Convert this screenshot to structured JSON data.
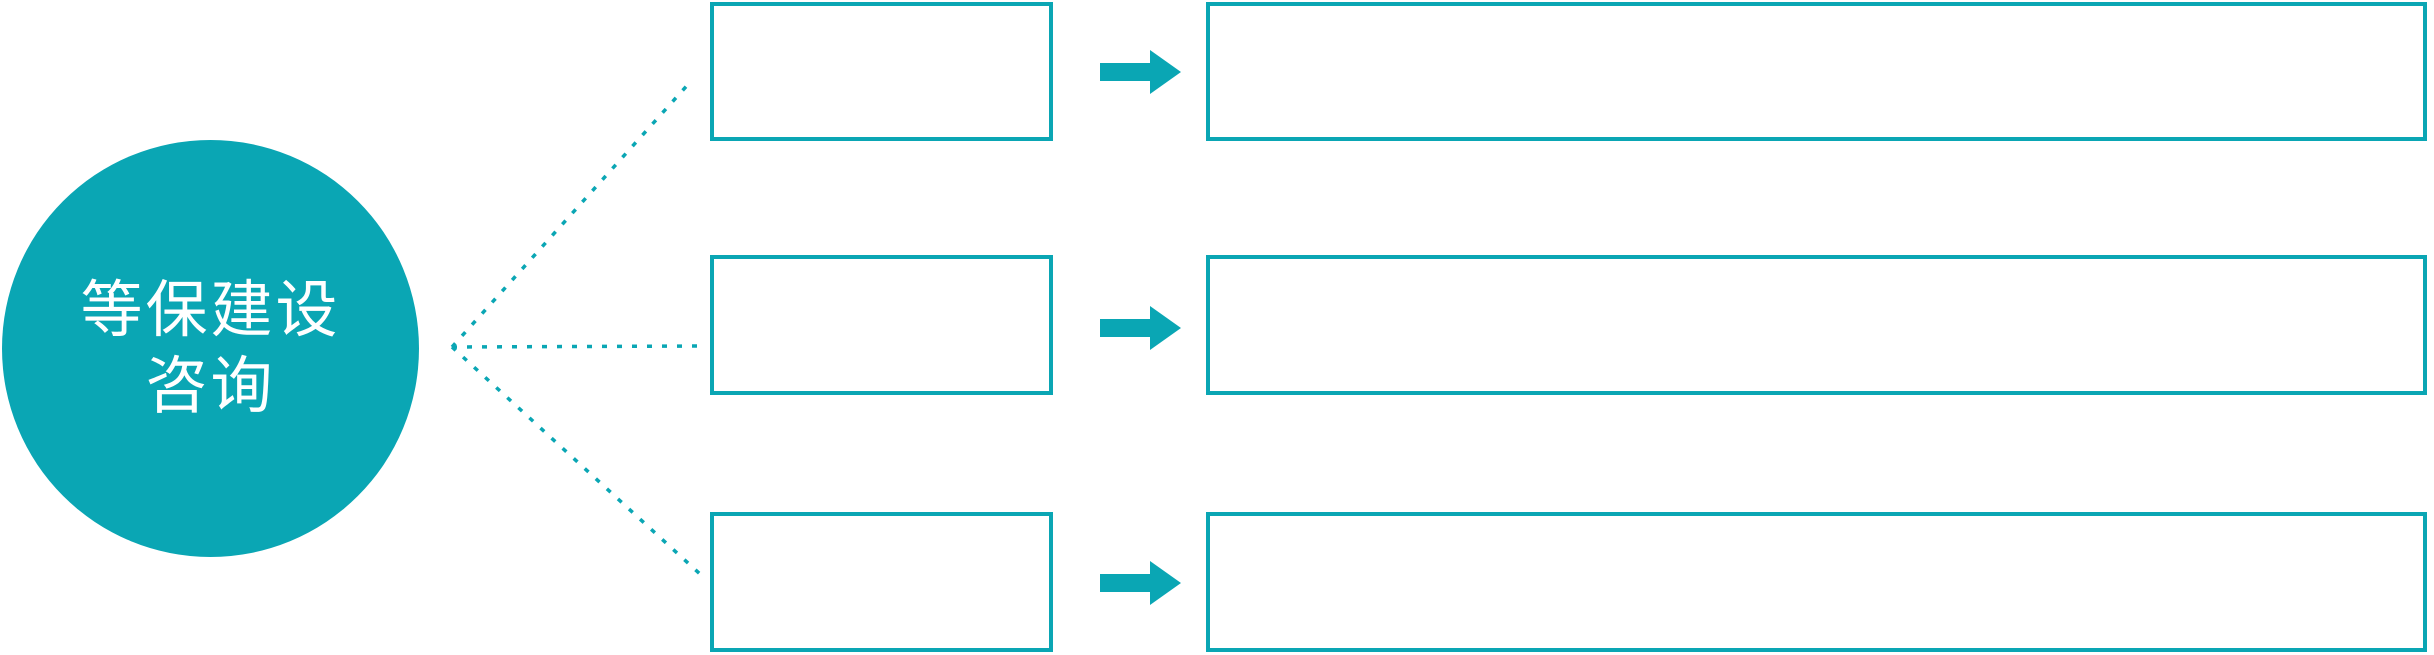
{
  "colors": {
    "accent": "#0AA6B4",
    "label_text": "#FFFFFF",
    "background": "#FFFFFF"
  },
  "root": {
    "label_line1": "等保建设",
    "label_line2": "咨询"
  },
  "rows": [
    {
      "branch_label": "",
      "detail_label": ""
    },
    {
      "branch_label": "",
      "detail_label": ""
    },
    {
      "branch_label": "",
      "detail_label": ""
    }
  ],
  "icons": {
    "arrow": "solid-right-block-arrow",
    "connector": "dotted-line"
  }
}
